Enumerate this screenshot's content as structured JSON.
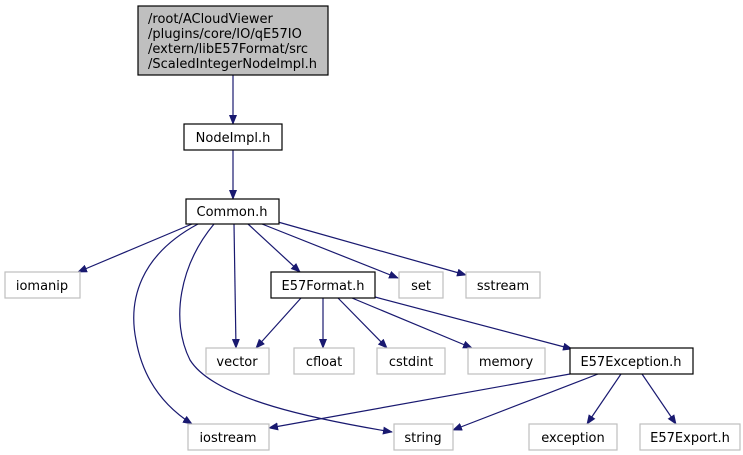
{
  "colors": {
    "edge": "#191970",
    "root_fill": "#bfbfbf",
    "external_border": "#bfbfbf",
    "internal_border": "#000000"
  },
  "nodes": {
    "root": {
      "lines": [
        "/root/ACloudViewer",
        "/plugins/core/IO/qE57IO",
        "/extern/libE57Format/src",
        "/ScaledIntegerNodeImpl.h"
      ]
    },
    "nodeimpl": "NodeImpl.h",
    "common": "Common.h",
    "iomanip": "iomanip",
    "e57format": "E57Format.h",
    "set": "set",
    "sstream": "sstream",
    "vector": "vector",
    "cfloat": "cfloat",
    "cstdint": "cstdint",
    "memory": "memory",
    "e57exception": "E57Exception.h",
    "iostream": "iostream",
    "string": "string",
    "exception": "exception",
    "e57export": "E57Export.h"
  },
  "edges": [
    [
      "root",
      "nodeimpl"
    ],
    [
      "nodeimpl",
      "common"
    ],
    [
      "common",
      "iomanip"
    ],
    [
      "common",
      "iostream"
    ],
    [
      "common",
      "string"
    ],
    [
      "common",
      "vector"
    ],
    [
      "common",
      "e57format"
    ],
    [
      "common",
      "set"
    ],
    [
      "common",
      "sstream"
    ],
    [
      "e57format",
      "vector"
    ],
    [
      "e57format",
      "cfloat"
    ],
    [
      "e57format",
      "cstdint"
    ],
    [
      "e57format",
      "memory"
    ],
    [
      "e57format",
      "e57exception"
    ],
    [
      "e57exception",
      "iostream"
    ],
    [
      "e57exception",
      "string"
    ],
    [
      "e57exception",
      "exception"
    ],
    [
      "e57exception",
      "e57export"
    ]
  ]
}
